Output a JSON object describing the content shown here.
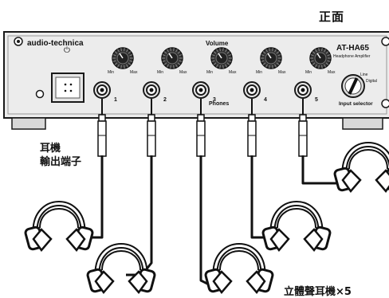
{
  "header": {
    "title": "正面"
  },
  "device": {
    "brand": "audio-technica",
    "model": "AT-HA65",
    "subtitle": "Headphone Amplifier",
    "volume_label": "Volume",
    "knob_min": "Min",
    "knob_max": "Max",
    "phones_label": "Phones",
    "input_selector_label": "Input selector",
    "selector_line": "Line",
    "selector_digital": "Digital",
    "power_symbol": "⏻",
    "jack_numbers": [
      "1",
      "2",
      "3",
      "4",
      "5"
    ]
  },
  "labels": {
    "jack_line1": "耳機",
    "jack_line2": "輸出端子",
    "headphones_count": "立體聲耳機×5"
  },
  "colors": {
    "panel": "#e9e9e9",
    "outline": "#1a1a1a",
    "knob": "#222222",
    "cable": "#111111"
  }
}
